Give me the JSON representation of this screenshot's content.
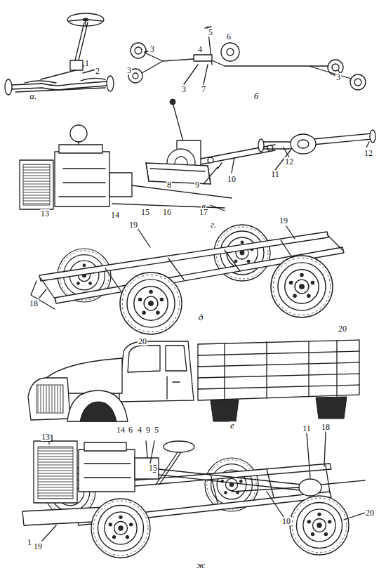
{
  "diagram": {
    "labels": [
      "1",
      "2",
      "а.",
      "3",
      "4",
      "5",
      "6",
      "3",
      "3",
      "7",
      "3",
      "б",
      "12",
      "8",
      "9",
      "10",
      "11",
      "12",
      "в",
      "13",
      "14",
      "15",
      "16",
      "17",
      "г.",
      "19",
      "19",
      "18",
      "20",
      "20",
      "д",
      "е",
      "13",
      "14",
      "6",
      "4",
      "9",
      "5",
      "11",
      "18",
      "15",
      "1",
      "19",
      "10",
      "20",
      "ж"
    ]
  }
}
